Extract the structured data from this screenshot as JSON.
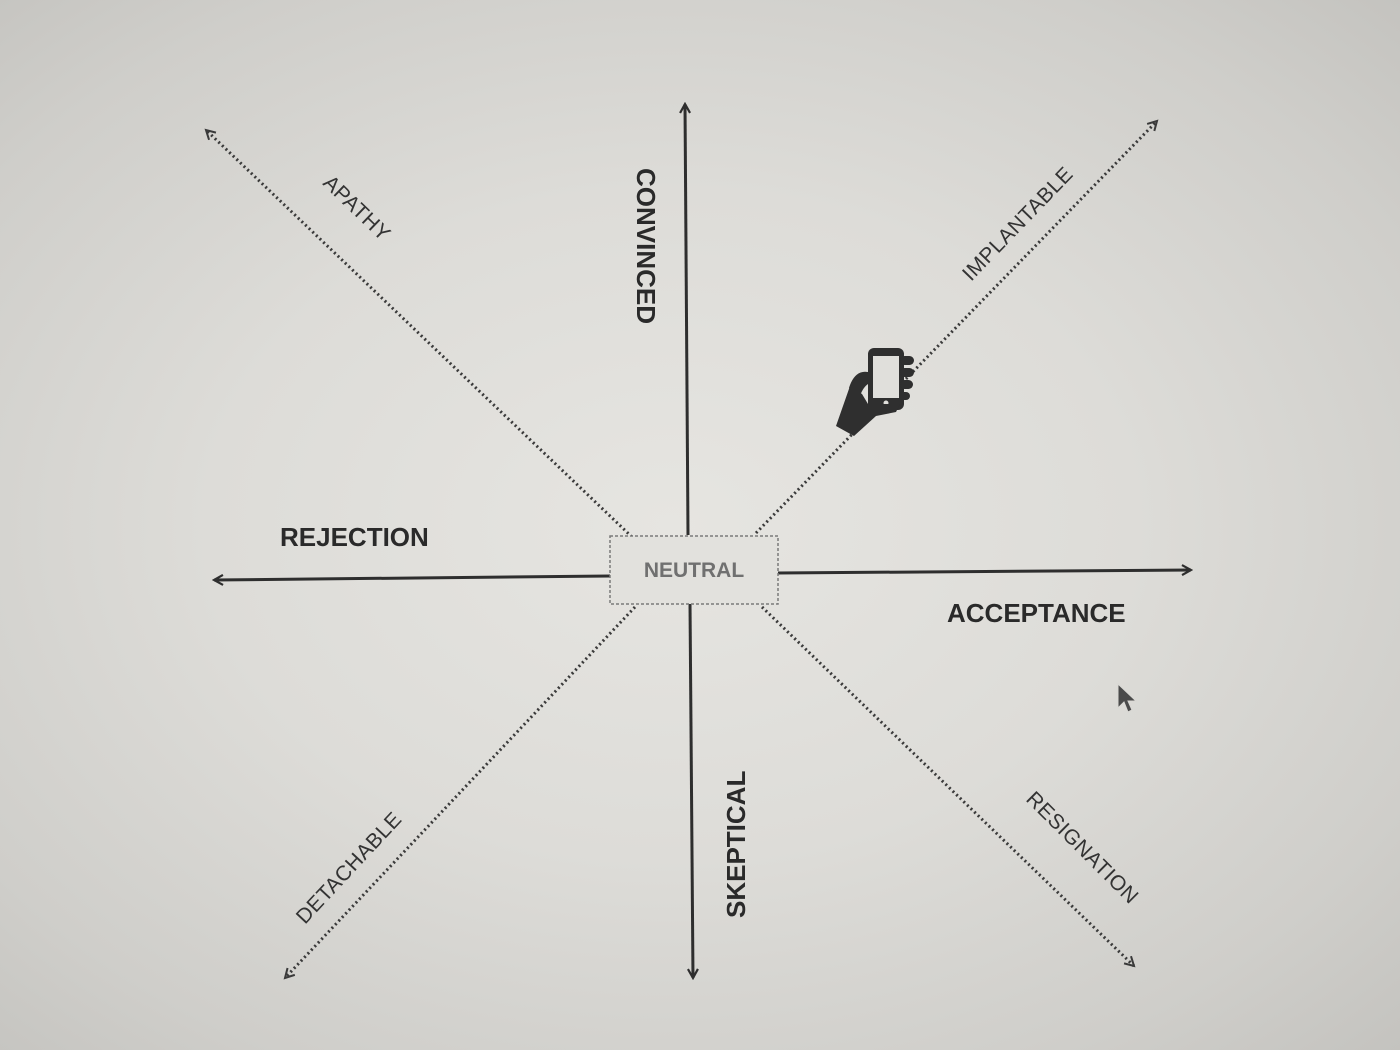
{
  "diagram": {
    "center": {
      "label": "NEUTRAL"
    },
    "axes": {
      "up": "CONVINCED",
      "down": "SKEPTICAL",
      "left": "REJECTION",
      "right": "ACCEPTANCE",
      "up_left": "APATHY",
      "up_right": "IMPLANTABLE",
      "down_left": "DETACHABLE",
      "down_right": "RESIGNATION"
    },
    "marker_icon": "hand-holding-phone-icon",
    "cursor_icon": "mouse-pointer-icon"
  }
}
